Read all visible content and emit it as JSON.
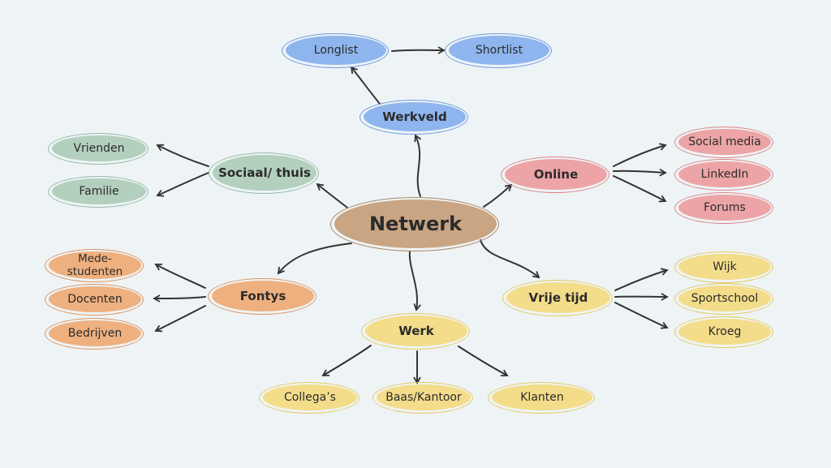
{
  "center": "Netwerk",
  "werkveld": {
    "label": "Werkveld",
    "children": [
      "Longlist",
      "Shortlist"
    ]
  },
  "sociaal": {
    "label": "Sociaal/ thuis",
    "children": [
      "Vrienden",
      "Familie"
    ]
  },
  "online": {
    "label": "Online",
    "children": [
      "Social media",
      "LinkedIn",
      "Forums"
    ]
  },
  "fontys": {
    "label": "Fontys",
    "children": [
      "Mede- studenten",
      "Docenten",
      "Bedrijven"
    ]
  },
  "werk": {
    "label": "Werk",
    "children": [
      "Collega’s",
      "Baas/Kantoor",
      "Klanten"
    ]
  },
  "vrije_tijd": {
    "label": "Vrije tijd",
    "children": [
      "Wijk",
      "Sportschool",
      "Kroeg"
    ]
  },
  "colors": {
    "background": "#eef4f6",
    "werkveld": "#8eb5ee",
    "sociaal": "#b3cfbd",
    "online": "#eda4a6",
    "fontys": "#eeb07f",
    "werk": "#f3dd8a",
    "vrije_tijd": "#f3dd8a",
    "center": "#c9a583",
    "arrow": "#333333"
  }
}
